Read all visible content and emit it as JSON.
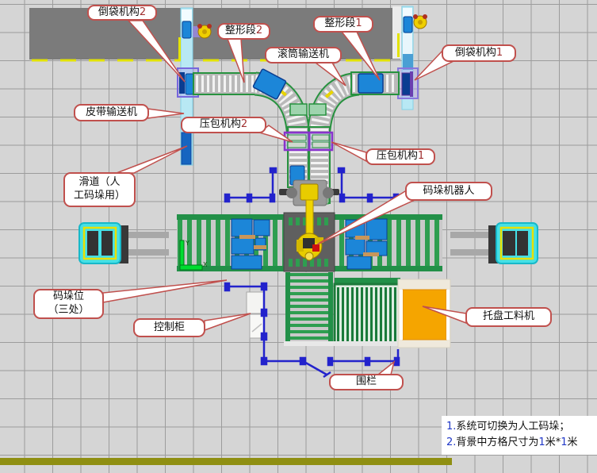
{
  "callouts": {
    "dump2": {
      "text": "倒袋机构",
      "num": "2"
    },
    "shape2": {
      "text": "整形段",
      "num": "2"
    },
    "roller": {
      "text": "滚筒输送机",
      "num": ""
    },
    "shape1": {
      "text": "整形段",
      "num": "1"
    },
    "dump1": {
      "text": "倒袋机构",
      "num": "1"
    },
    "belt": {
      "text": "皮带输送机",
      "num": ""
    },
    "press2": {
      "text": "压包机构",
      "num": "2"
    },
    "press1": {
      "text": "压包机构",
      "num": "1"
    },
    "slide": {
      "line1": "滑道（人",
      "line2": "工码垛用）"
    },
    "robot": {
      "text": "码垛机器人",
      "num": ""
    },
    "palletpos": {
      "line1": "码垛位",
      "line2": "（三处）"
    },
    "cabinet": {
      "text": "控制柜",
      "num": ""
    },
    "feeder": {
      "text": "托盘工料机",
      "num": ""
    },
    "fence": {
      "text": "围栏",
      "num": ""
    }
  },
  "notes": {
    "n1_num": "1.",
    "n1_text": "系统可切换为人工码垛；",
    "n2_num": "2.",
    "n2_a": "背景中方格尺寸为",
    "n2_b": "1",
    "n2_c": "米*",
    "n2_d": "1",
    "n2_e": "米"
  },
  "axis": {
    "x": "X",
    "y": "Y"
  },
  "colors": {
    "grid_bg": "#d5d5d5",
    "grid_line": "#9c9c9c",
    "wall_gray": "#7b7b7b",
    "wall_marking_yellow": "#e3e300",
    "conveyor_green": "#27923f",
    "package_blue": "#1c86d8",
    "belt_cyan": "#b8e8f4",
    "slide_blue": "#1565c0",
    "mechanism_purple": "#8a76e0",
    "robot_yellow": "#eecf00",
    "feeder_orange": "#f5a500",
    "fence_blue": "#2323cc",
    "callout_border": "#c0504d",
    "note_number_blue": "#2038c8",
    "floor_strip_olive": "#8f8f12",
    "forklift_cyan": "#45e0e6"
  }
}
